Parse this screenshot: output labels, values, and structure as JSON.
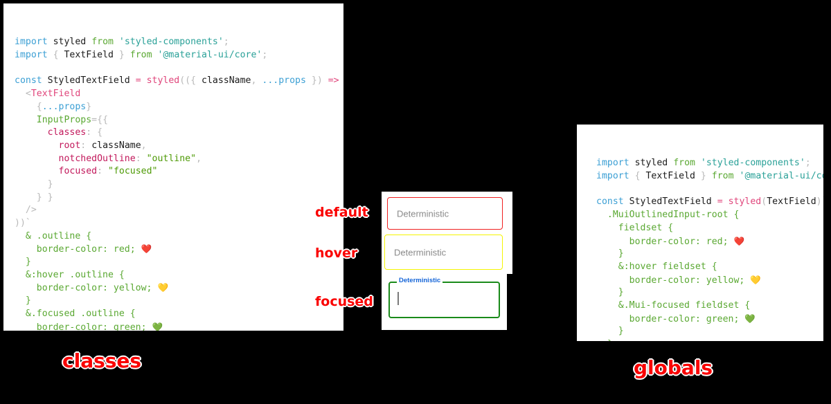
{
  "panels": {
    "classes": {
      "caption": "classes",
      "lines": [
        [
          {
            "t": "import",
            "c": "kw"
          },
          {
            "t": " ",
            "c": "plain"
          },
          {
            "t": "styled",
            "c": "plain"
          },
          {
            "t": " ",
            "c": "plain"
          },
          {
            "t": "from",
            "c": "from"
          },
          {
            "t": " ",
            "c": "plain"
          },
          {
            "t": "'styled-components'",
            "c": "str"
          },
          {
            "t": ";",
            "c": "punc"
          }
        ],
        [
          {
            "t": "import",
            "c": "kw"
          },
          {
            "t": " ",
            "c": "plain"
          },
          {
            "t": "{",
            "c": "punc"
          },
          {
            "t": " TextField ",
            "c": "plain"
          },
          {
            "t": "}",
            "c": "punc"
          },
          {
            "t": " ",
            "c": "plain"
          },
          {
            "t": "from",
            "c": "from"
          },
          {
            "t": " ",
            "c": "plain"
          },
          {
            "t": "'@material-ui/core'",
            "c": "str"
          },
          {
            "t": ";",
            "c": "punc"
          }
        ],
        [],
        [
          {
            "t": "const",
            "c": "kw"
          },
          {
            "t": " StyledTextField ",
            "c": "plain"
          },
          {
            "t": "=",
            "c": "op"
          },
          {
            "t": " ",
            "c": "plain"
          },
          {
            "t": "styled",
            "c": "fn"
          },
          {
            "t": "((",
            "c": "punc"
          },
          {
            "t": "{",
            "c": "punc"
          },
          {
            "t": " className",
            "c": "plain"
          },
          {
            "t": ",",
            "c": "punc"
          },
          {
            "t": " ",
            "c": "plain"
          },
          {
            "t": "...props",
            "c": "spread"
          },
          {
            "t": " ",
            "c": "plain"
          },
          {
            "t": "}",
            "c": "punc"
          },
          {
            "t": ")",
            "c": "punc"
          },
          {
            "t": " ",
            "c": "plain"
          },
          {
            "t": "=>",
            "c": "op"
          },
          {
            "t": " ",
            "c": "plain"
          },
          {
            "t": "(",
            "c": "punc"
          }
        ],
        [
          {
            "t": "  ",
            "c": "plain"
          },
          {
            "t": "<",
            "c": "punc"
          },
          {
            "t": "TextField",
            "c": "tag"
          }
        ],
        [
          {
            "t": "    ",
            "c": "plain"
          },
          {
            "t": "{",
            "c": "punc"
          },
          {
            "t": "...props",
            "c": "spread"
          },
          {
            "t": "}",
            "c": "punc"
          }
        ],
        [
          {
            "t": "    ",
            "c": "plain"
          },
          {
            "t": "InputProps",
            "c": "prop"
          },
          {
            "t": "=",
            "c": "punc"
          },
          {
            "t": "{{",
            "c": "punc"
          }
        ],
        [
          {
            "t": "      ",
            "c": "plain"
          },
          {
            "t": "classes",
            "c": "key"
          },
          {
            "t": ":",
            "c": "punc"
          },
          {
            "t": " ",
            "c": "plain"
          },
          {
            "t": "{",
            "c": "punc"
          }
        ],
        [
          {
            "t": "        ",
            "c": "plain"
          },
          {
            "t": "root",
            "c": "key"
          },
          {
            "t": ":",
            "c": "punc"
          },
          {
            "t": " className",
            "c": "plain"
          },
          {
            "t": ",",
            "c": "punc"
          }
        ],
        [
          {
            "t": "        ",
            "c": "plain"
          },
          {
            "t": "notchedOutline",
            "c": "key"
          },
          {
            "t": ":",
            "c": "punc"
          },
          {
            "t": " ",
            "c": "plain"
          },
          {
            "t": "\"outline\"",
            "c": "strg"
          },
          {
            "t": ",",
            "c": "punc"
          }
        ],
        [
          {
            "t": "        ",
            "c": "plain"
          },
          {
            "t": "focused",
            "c": "key"
          },
          {
            "t": ":",
            "c": "punc"
          },
          {
            "t": " ",
            "c": "plain"
          },
          {
            "t": "\"focused\"",
            "c": "strg"
          }
        ],
        [
          {
            "t": "      ",
            "c": "plain"
          },
          {
            "t": "}",
            "c": "punc"
          }
        ],
        [
          {
            "t": "    ",
            "c": "plain"
          },
          {
            "t": "} }",
            "c": "punc"
          }
        ],
        [
          {
            "t": "  ",
            "c": "plain"
          },
          {
            "t": "/>",
            "c": "punc"
          }
        ],
        [
          {
            "t": "))`",
            "c": "punc"
          }
        ],
        [
          {
            "t": "  ",
            "c": "plain"
          },
          {
            "t": "& .outline {",
            "c": "sel"
          }
        ],
        [
          {
            "t": "    ",
            "c": "plain"
          },
          {
            "t": "border-color: red; ",
            "c": "sel"
          },
          {
            "t": "❤️",
            "c": "emoji"
          }
        ],
        [
          {
            "t": "  ",
            "c": "plain"
          },
          {
            "t": "}",
            "c": "sel"
          }
        ],
        [
          {
            "t": "  ",
            "c": "plain"
          },
          {
            "t": "&:hover .outline {",
            "c": "sel"
          }
        ],
        [
          {
            "t": "    ",
            "c": "plain"
          },
          {
            "t": "border-color: yellow; ",
            "c": "sel"
          },
          {
            "t": "💛",
            "c": "emoji"
          }
        ],
        [
          {
            "t": "  ",
            "c": "plain"
          },
          {
            "t": "}",
            "c": "sel"
          }
        ],
        [
          {
            "t": "  ",
            "c": "plain"
          },
          {
            "t": "&.focused .outline {",
            "c": "sel"
          }
        ],
        [
          {
            "t": "    ",
            "c": "plain"
          },
          {
            "t": "border-color: green; ",
            "c": "sel"
          },
          {
            "t": "💚",
            "c": "emoji"
          }
        ],
        [
          {
            "t": "  ",
            "c": "plain"
          },
          {
            "t": "}",
            "c": "sel"
          }
        ],
        [
          {
            "t": "`",
            "c": "punc"
          }
        ],
        [
          {
            "t": " ;",
            "c": "punc"
          }
        ]
      ]
    },
    "globals": {
      "caption": "globals",
      "lines": [
        [
          {
            "t": "import",
            "c": "kw"
          },
          {
            "t": " ",
            "c": "plain"
          },
          {
            "t": "styled",
            "c": "plain"
          },
          {
            "t": " ",
            "c": "plain"
          },
          {
            "t": "from",
            "c": "from"
          },
          {
            "t": " ",
            "c": "plain"
          },
          {
            "t": "'styled-components'",
            "c": "str"
          },
          {
            "t": ";",
            "c": "punc"
          }
        ],
        [
          {
            "t": "import",
            "c": "kw"
          },
          {
            "t": " ",
            "c": "plain"
          },
          {
            "t": "{",
            "c": "punc"
          },
          {
            "t": " TextField ",
            "c": "plain"
          },
          {
            "t": "}",
            "c": "punc"
          },
          {
            "t": " ",
            "c": "plain"
          },
          {
            "t": "from",
            "c": "from"
          },
          {
            "t": " ",
            "c": "plain"
          },
          {
            "t": "'@material-ui/core'",
            "c": "str"
          },
          {
            "t": ";",
            "c": "punc"
          }
        ],
        [],
        [
          {
            "t": "const",
            "c": "kw"
          },
          {
            "t": " StyledTextField ",
            "c": "plain"
          },
          {
            "t": "=",
            "c": "op"
          },
          {
            "t": " ",
            "c": "plain"
          },
          {
            "t": "styled",
            "c": "fn"
          },
          {
            "t": "(",
            "c": "punc"
          },
          {
            "t": "TextField",
            "c": "plain"
          },
          {
            "t": ")`",
            "c": "punc"
          }
        ],
        [
          {
            "t": "  ",
            "c": "plain"
          },
          {
            "t": ".MuiOutlinedInput-root {",
            "c": "sel"
          }
        ],
        [
          {
            "t": "    ",
            "c": "plain"
          },
          {
            "t": "fieldset {",
            "c": "sel"
          }
        ],
        [
          {
            "t": "      ",
            "c": "plain"
          },
          {
            "t": "border-color: red; ",
            "c": "sel"
          },
          {
            "t": "❤️",
            "c": "emoji"
          }
        ],
        [
          {
            "t": "    ",
            "c": "plain"
          },
          {
            "t": "}",
            "c": "sel"
          }
        ],
        [
          {
            "t": "    ",
            "c": "plain"
          },
          {
            "t": "&:hover fieldset {",
            "c": "sel"
          }
        ],
        [
          {
            "t": "      ",
            "c": "plain"
          },
          {
            "t": "border-color: yellow; ",
            "c": "sel"
          },
          {
            "t": "💛",
            "c": "emoji"
          }
        ],
        [
          {
            "t": "    ",
            "c": "plain"
          },
          {
            "t": "}",
            "c": "sel"
          }
        ],
        [
          {
            "t": "    ",
            "c": "plain"
          },
          {
            "t": "&.Mui-focused fieldset {",
            "c": "sel"
          }
        ],
        [
          {
            "t": "      ",
            "c": "plain"
          },
          {
            "t": "border-color: green; ",
            "c": "sel"
          },
          {
            "t": "💚",
            "c": "emoji"
          }
        ],
        [
          {
            "t": "    ",
            "c": "plain"
          },
          {
            "t": "}",
            "c": "sel"
          }
        ],
        [
          {
            "t": "  ",
            "c": "plain"
          },
          {
            "t": "}",
            "c": "sel"
          }
        ],
        [
          {
            "t": "`",
            "c": "punc"
          }
        ],
        [
          {
            "t": " ;",
            "c": "punc"
          }
        ]
      ]
    }
  },
  "demo": {
    "fields": [
      {
        "state": "default",
        "annotation": "default",
        "label": "Deterministic",
        "label_position": "inside",
        "border_color": "#f02020",
        "border_width": "1px"
      },
      {
        "state": "hover",
        "annotation": "hover",
        "label": "Deterministic",
        "label_position": "inside",
        "border_color": "#f5f500",
        "border_width": "1px"
      },
      {
        "state": "focused",
        "annotation": "focused",
        "label": "Deterministic",
        "label_position": "notch",
        "label_color": "#1565d8",
        "border_color": "#1a8a1a",
        "border_width": "2px",
        "caret": true,
        "value": ""
      }
    ]
  },
  "colors": {
    "background": "#000000",
    "panel_background": "#ffffff",
    "annotation_red": "#fa0000",
    "annotation_stroke": "#ffffff",
    "red": "#f02020",
    "yellow": "#f5f500",
    "green": "#1a8a1a",
    "label_blue": "#1565d8"
  }
}
